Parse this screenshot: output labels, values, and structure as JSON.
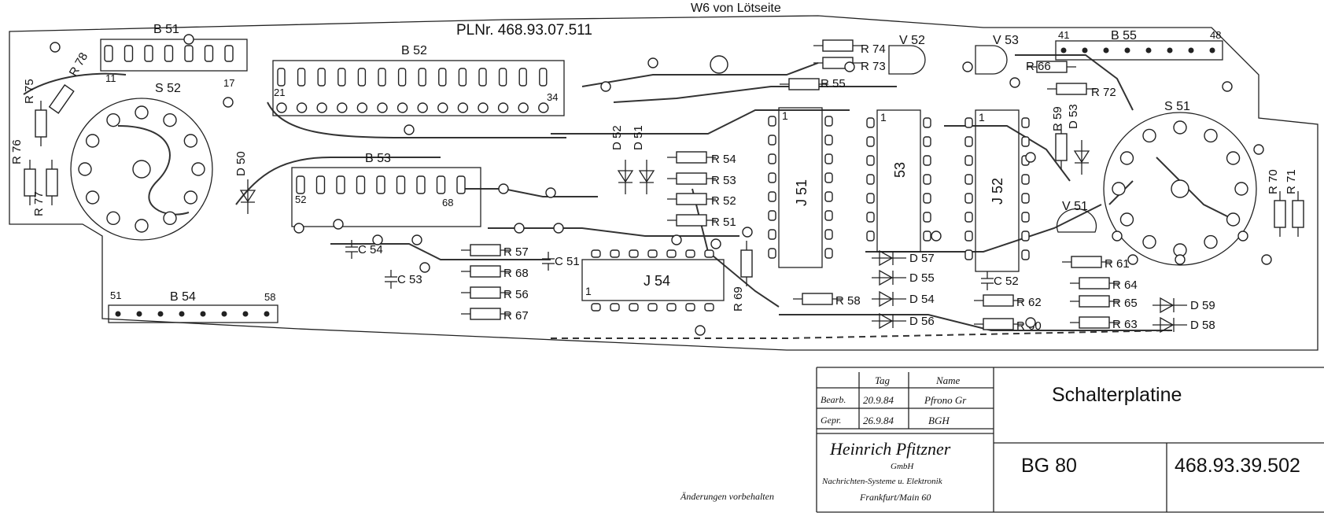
{
  "header": {
    "pl_number": "PLNr. 468.93.07.511",
    "test_point_label": "W6 von Lötseite"
  },
  "connectors": [
    {
      "name": "B 51",
      "pin_start": "11",
      "pin_end": "17"
    },
    {
      "name": "B 52",
      "pin_start": "21",
      "pin_end": "34"
    },
    {
      "name": "B 53",
      "pin_start": "52",
      "pin_end": "68"
    },
    {
      "name": "B 54",
      "pin_start": "51",
      "pin_end": "58"
    },
    {
      "name": "B 55",
      "pin_start": "41",
      "pin_end": "48"
    }
  ],
  "switches": [
    "S 52",
    "S 51"
  ],
  "ics": [
    "J 51",
    "53",
    "J 52",
    "J 54"
  ],
  "transistors": [
    "V 52",
    "V 53",
    "V 51"
  ],
  "capacitors": [
    "C 54",
    "C 53",
    "C 51",
    "C 52"
  ],
  "diodes": [
    "D 50",
    "D 52",
    "D 51",
    "D 53",
    "D 57",
    "D 55",
    "D 54",
    "D 56",
    "D 59",
    "D 58"
  ],
  "resistors": [
    "R 75",
    "R 78",
    "R 76",
    "R 77",
    "R 74",
    "R 73",
    "R 55",
    "R 66",
    "R 72",
    "R 59",
    "R 54",
    "R 53",
    "R 52",
    "R 51",
    "R 57",
    "R 68",
    "R 56",
    "R 67",
    "R 69",
    "R 58",
    "R 62",
    "R 60",
    "R 61",
    "R 64",
    "R 65",
    "R 63",
    "R 70",
    "R 71"
  ],
  "title_block": {
    "col_tag": "Tag",
    "col_name": "Name",
    "row1_label": "Bearb.",
    "row1_date": "20.9.84",
    "row1_name": "Pfrono Gr",
    "row2_label": "Gepr.",
    "row2_date": "26.9.84",
    "row2_name": "BGH",
    "company_name": "Heinrich Pfitzner",
    "company_form": "GmbH",
    "company_line": "Nachrichten-Systeme u. Elektronik",
    "company_city": "Frankfurt/Main 60",
    "drawing_title": "Schalterplatine",
    "device": "BG 80",
    "drawing_number": "468.93.39.502"
  },
  "footnote": "Änderungen vorbehalten"
}
